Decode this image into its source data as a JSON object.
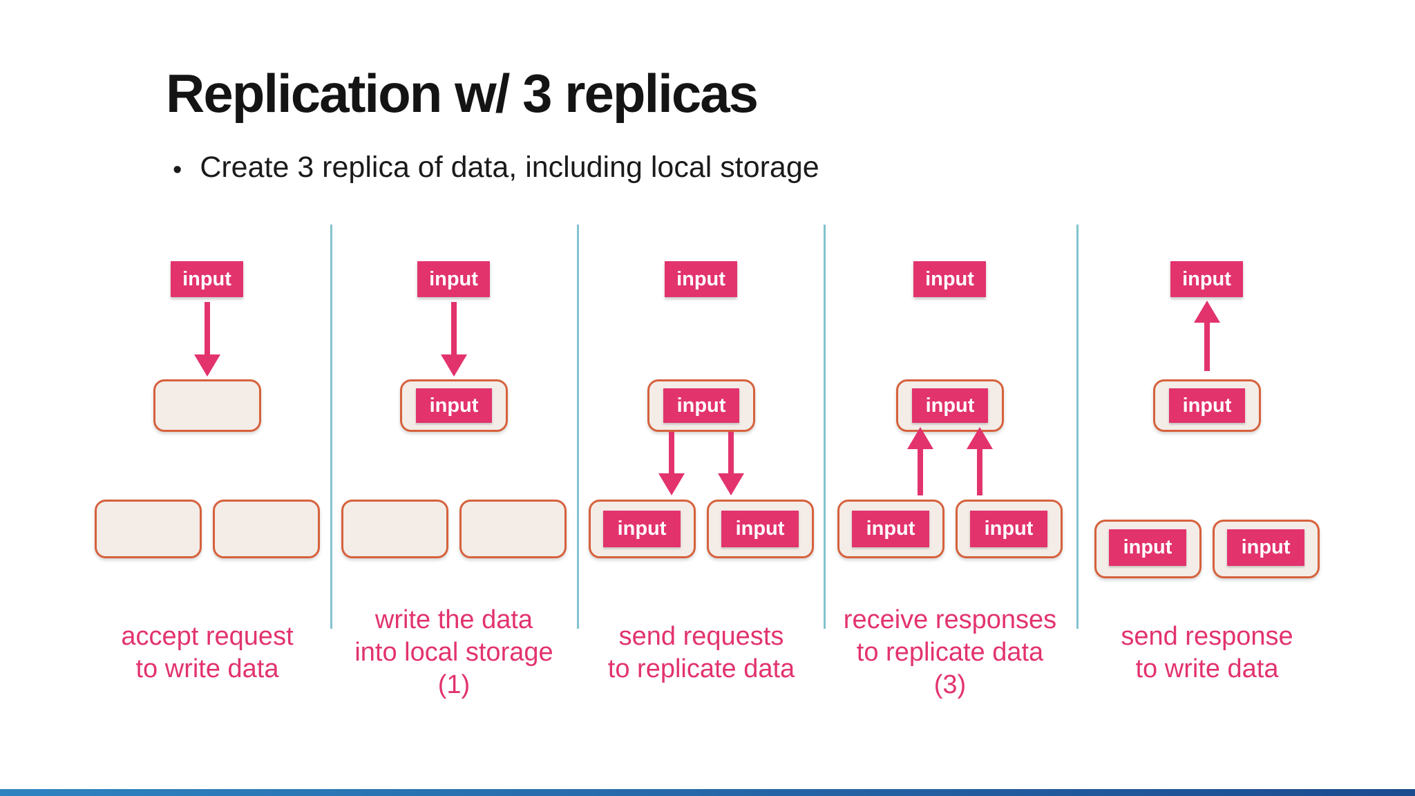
{
  "slide": {
    "title": "Replication w/ 3 replicas",
    "bullet_marker": "•",
    "bullet": "Create 3 replica of data, including local storage"
  },
  "colors": {
    "accent_pink": "#e2336d",
    "storage_box_fill": "#f3ece7",
    "storage_box_border": "#d6613c",
    "divider_teal": "#82c3cf",
    "footer_gradient_left": "#2f83c1",
    "footer_gradient_right": "#1c4b90"
  },
  "panels": [
    {
      "top_box": "input",
      "middle_box": "",
      "bottom_boxes": [
        "",
        ""
      ],
      "caption": [
        "accept request",
        "to write data"
      ]
    },
    {
      "top_box": "input",
      "middle_box": "input",
      "bottom_boxes": [
        "",
        ""
      ],
      "caption": [
        "write the data",
        "into local storage",
        "(1)"
      ]
    },
    {
      "top_box": "input",
      "middle_box": "input",
      "bottom_boxes": [
        "input",
        "input"
      ],
      "caption": [
        "send requests",
        "to replicate data"
      ]
    },
    {
      "top_box": "input",
      "middle_box": "input",
      "bottom_boxes": [
        "input",
        "input"
      ],
      "caption": [
        "receive responses",
        "to replicate data",
        "(3)"
      ]
    },
    {
      "top_box": "input",
      "middle_box": "input",
      "bottom_boxes": [
        "input",
        "input"
      ],
      "caption": [
        "send response",
        "to write data"
      ]
    }
  ]
}
